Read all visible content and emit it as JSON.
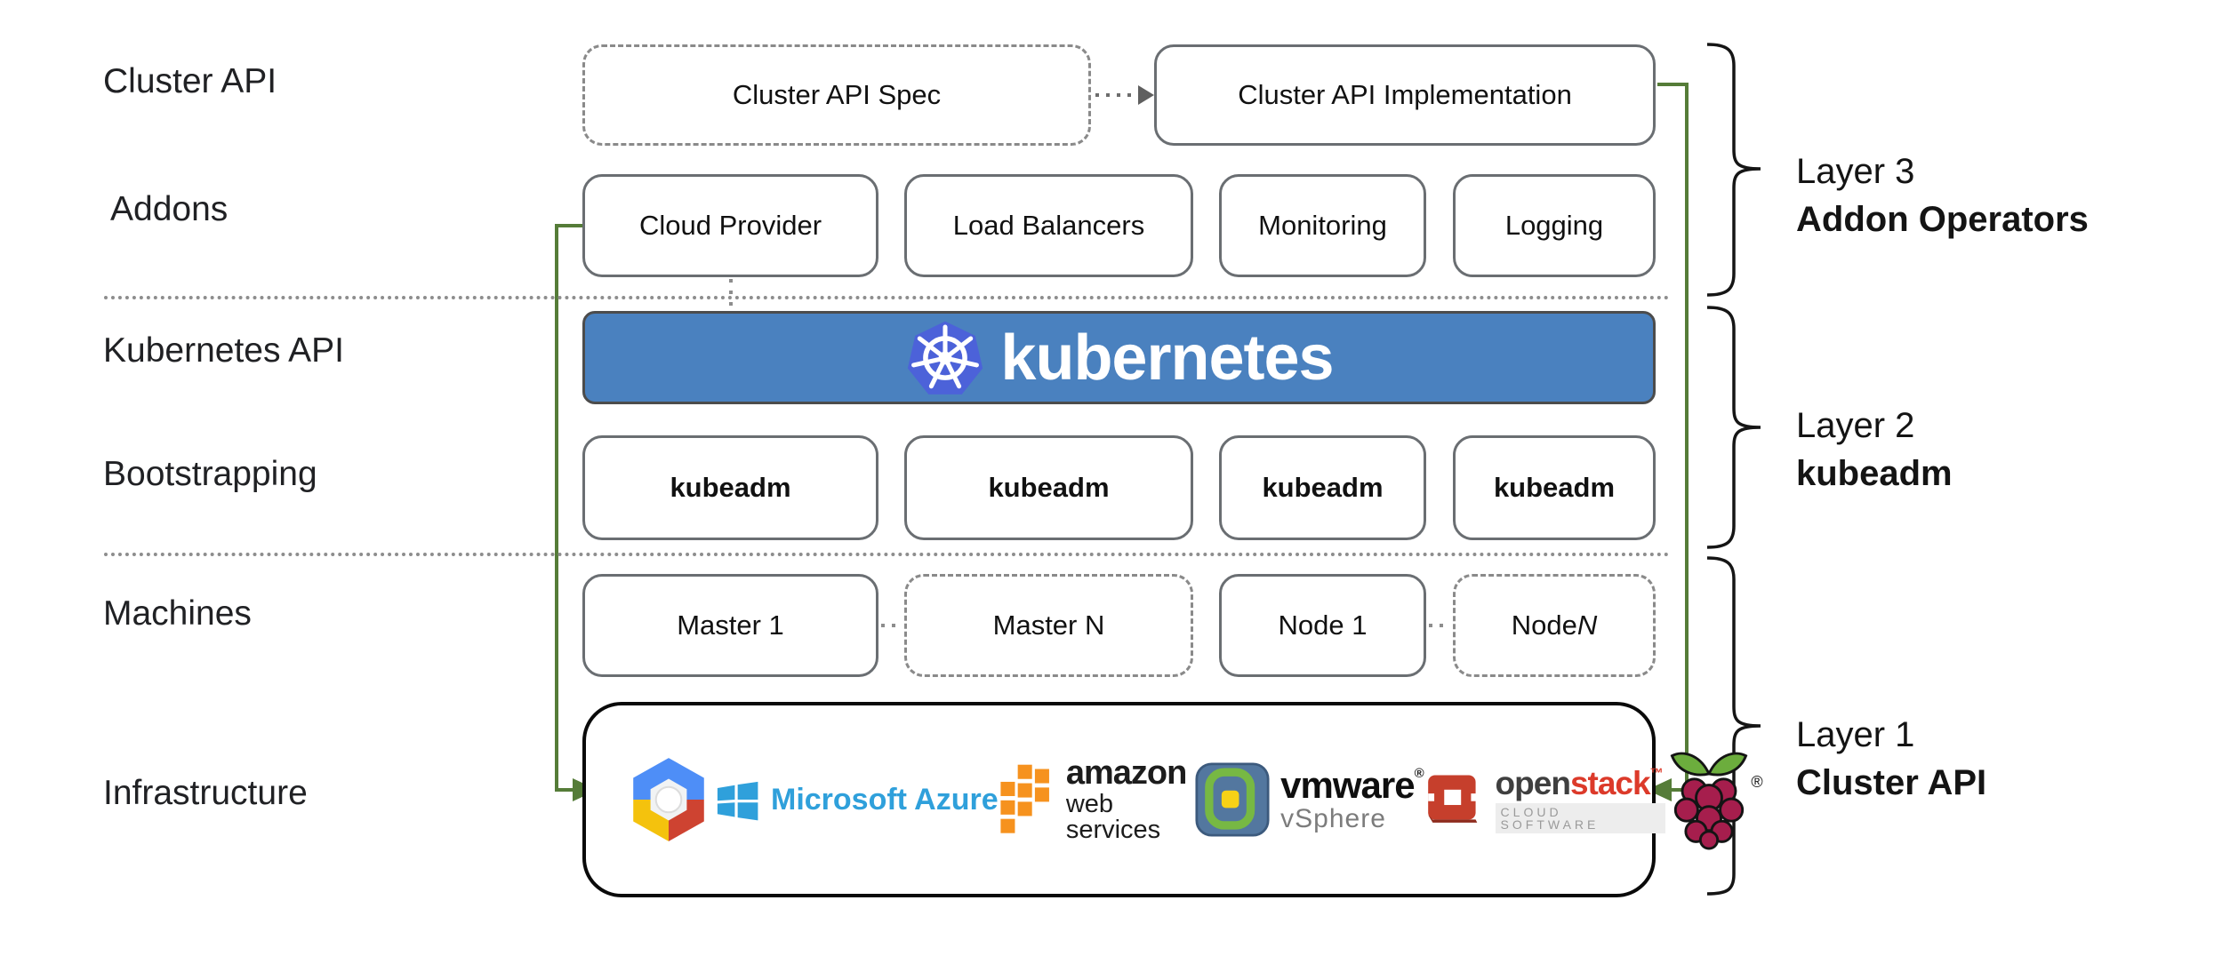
{
  "row_labels": {
    "cluster_api": "Cluster API",
    "addons": "Addons",
    "kubernetes_api": "Kubernetes API",
    "bootstrapping": "Bootstrapping",
    "machines": "Machines",
    "infrastructure": "Infrastructure"
  },
  "cluster_api_row": {
    "spec": "Cluster API Spec",
    "implementation": "Cluster API Implementation"
  },
  "addons": {
    "items": [
      "Cloud Provider",
      "Load Balancers",
      "Monitoring",
      "Logging"
    ]
  },
  "banner": {
    "text": "kubernetes"
  },
  "bootstrap": {
    "items": [
      "kubeadm",
      "kubeadm",
      "kubeadm",
      "kubeadm"
    ]
  },
  "machines": {
    "items": [
      {
        "label": "Master 1"
      },
      {
        "label": "Master N"
      },
      {
        "label": "Node 1"
      },
      {
        "label": "Node ",
        "n": "N"
      }
    ]
  },
  "infrastructure_logos": {
    "gcp_icon": "google-cloud-platform",
    "azure_text": "Microsoft Azure",
    "aws_line1": "amazon",
    "aws_line2": "web services",
    "vmware_line1": "vmware",
    "vmware_reg": "®",
    "vmware_line2": "vSphere",
    "openstack_open": "open",
    "openstack_stack": "stack",
    "openstack_tm": "™",
    "openstack_sub": "CLOUD SOFTWARE",
    "rpi_reg": "®"
  },
  "layers": [
    {
      "line1": "Layer 3",
      "line2": "Addon Operators"
    },
    {
      "line1": "Layer 2",
      "line2": "kubeadm"
    },
    {
      "line1": "Layer 1",
      "line2": "Cluster API"
    }
  ],
  "colors": {
    "banner_blue": "#4A81BF",
    "k8s_logo_blue": "#4C62D9",
    "arrow_green": "#557C38",
    "box_border_gray": "#6a6e72",
    "dashed_gray": "#8a8a8a",
    "azure_blue": "#2FA0DB",
    "aws_orange": "#F6921E",
    "openstack_red": "#C63F2C",
    "raspberry_crimson": "#A61E4D",
    "leaf_green": "#6CAD3D"
  }
}
